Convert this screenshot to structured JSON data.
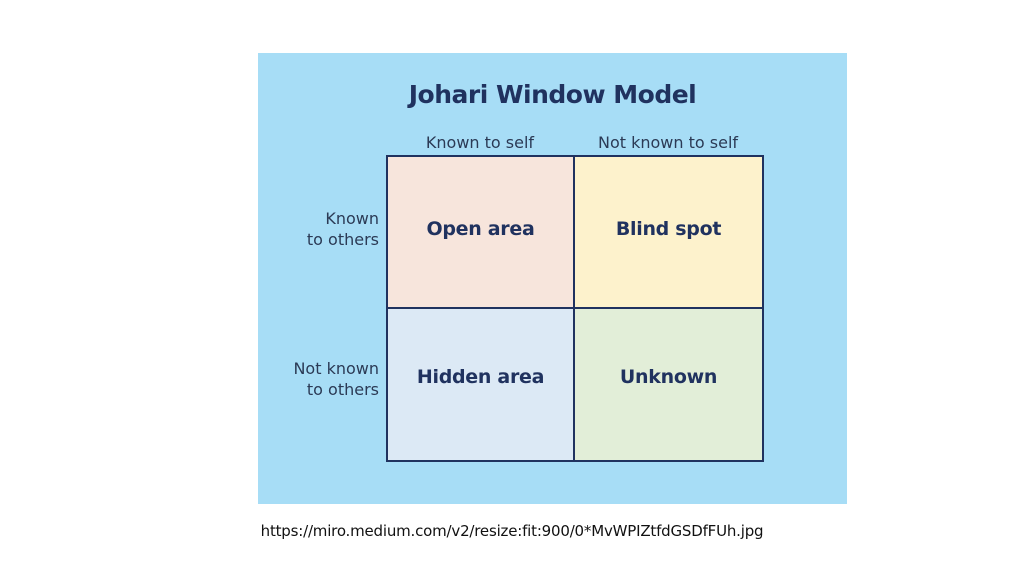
{
  "diagram": {
    "title": "Johari Window Model",
    "columns": [
      "Known to self",
      "Not known to self"
    ],
    "rows": [
      {
        "line1": "Known",
        "line2": "to others"
      },
      {
        "line1": "Not known",
        "line2": "to others"
      }
    ],
    "cells": [
      "Open area",
      "Blind spot",
      "Hidden area",
      "Unknown"
    ],
    "colors": {
      "panel_background": "#a7ddf6",
      "text_navy": "#20325f",
      "open_area": "#f7e5dc",
      "blind_spot": "#fdf2cc",
      "hidden_area": "#dce9f5",
      "unknown": "#e2eed8"
    }
  },
  "caption": "https://miro.medium.com/v2/resize:fit:900/0*MvWPIZtfdGSDfFUh.jpg"
}
